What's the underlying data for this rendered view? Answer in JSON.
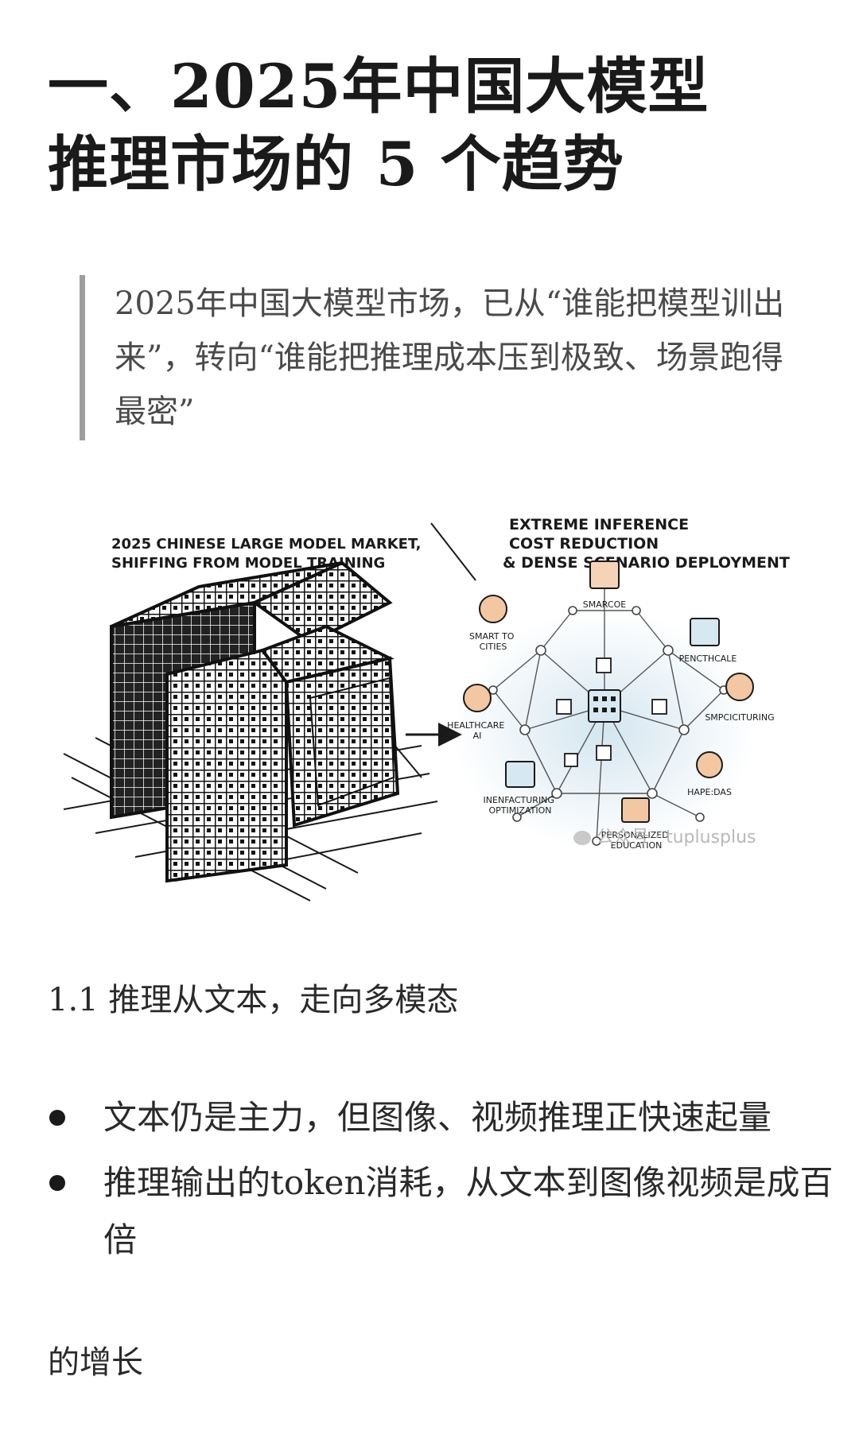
{
  "article": {
    "title_lines": [
      "一、2025年中国大模型",
      "推理市场的 5 个趋势"
    ],
    "quote_lines": [
      "2025年中国大模型市场，已从“谁能把模型训出",
      "来”，转向“谁能把推理成本压到极致、场景跑得",
      "最密”"
    ],
    "section_heading": "1.1 推理从文本，走向多模态",
    "bullets": [
      {
        "lines": [
          "文本仍是主力，但图像、视频推理正快速起量"
        ]
      },
      {
        "lines": [
          "推理输出的token消耗，从文本到图像视频是成百",
          "倍"
        ]
      }
    ],
    "trailing_text": "的增长"
  },
  "figure": {
    "left_title_lines": [
      "2025 CHINESE LARGE MODEL MARKET,",
      "SHIFFING FROM MODEL TRAINING"
    ],
    "right_title_lines": [
      "EXTREME INFERENCE",
      "COST REDUCTION",
      "& DENSE SCENARIO DEPLOYMENT"
    ],
    "nodes": [
      {
        "label_lines": [
          "SMARCOE"
        ],
        "icon": "framed-picture-icon"
      },
      {
        "label_lines": [
          "SMART TO",
          "CITIES"
        ],
        "icon": "city-grid-icon"
      },
      {
        "label_lines": [
          "PENCTHCALE"
        ],
        "icon": "document-badge-icon"
      },
      {
        "label_lines": [
          "SMPCICITURING"
        ],
        "icon": "magnifier-icon"
      },
      {
        "label_lines": [
          "HEALTHCARE",
          "AI"
        ],
        "icon": "people-group-icon"
      },
      {
        "label_lines": [
          "HAPE:DAS"
        ],
        "icon": "gear-cluster-icon"
      },
      {
        "label_lines": [
          "INENFACTURING",
          "OPTIMIZATION"
        ],
        "icon": "tablet-icon"
      },
      {
        "label_lines": [
          "PERSONALIZED",
          "EDUCATION"
        ],
        "icon": "stacked-boxes-icon"
      }
    ],
    "watermark": "公众号 · tuplusplus",
    "colors": {
      "ink": "#1a1a1a",
      "blue_wash": "#cfe3ee",
      "orange_wash": "#f3c7a2"
    }
  }
}
